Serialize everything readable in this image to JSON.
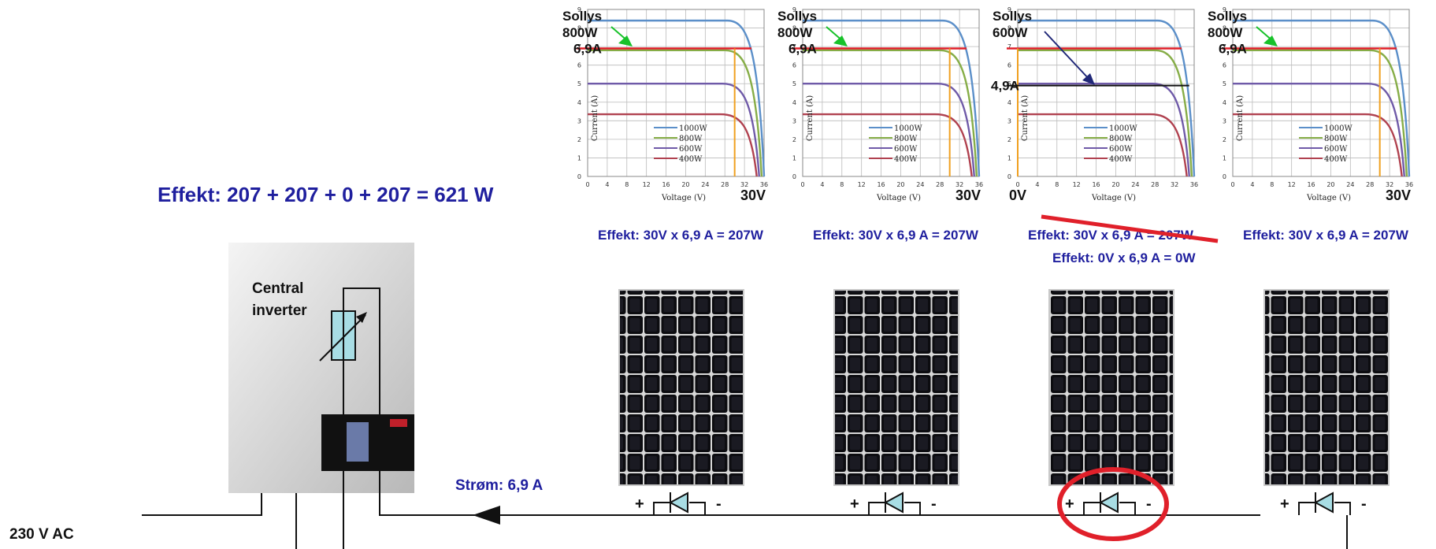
{
  "total_effect": "Effekt: 207 + 207 + 0 + 207 = 621 W",
  "inverter": {
    "label_line1": "Central",
    "label_line2": "inverter"
  },
  "ac_label": "230 V AC",
  "current_label": "Strøm: 6,9 A",
  "colors": {
    "curve_1000": "#5b8fc9",
    "curve_800": "#86ad47",
    "curve_600": "#6f5aa8",
    "curve_400": "#b0414f",
    "operating_line": "#e0202a",
    "voltage_line": "#f0a020",
    "arrow_green": "#18c22a",
    "arrow_navy": "#202878",
    "text_blue": "#1f1f9e",
    "fault_red": "#e0202a"
  },
  "panels": [
    {
      "sollys": "Sollys",
      "irradiance": "800W",
      "current_marker": "6,9A",
      "voltage_marker": "30V",
      "effect": "Effekt:  30V x 6,9 A = 207W",
      "effect_struck": false,
      "effect_correction": "",
      "plus": "+",
      "minus": "-",
      "faulty": false
    },
    {
      "sollys": "Sollys",
      "irradiance": "800W",
      "current_marker": "6,9A",
      "voltage_marker": "30V",
      "effect": "Effekt:  30V x 6,9 A = 207W",
      "effect_struck": false,
      "effect_correction": "",
      "plus": "+",
      "minus": "-",
      "faulty": false
    },
    {
      "sollys": "Sollys",
      "irradiance": "600W",
      "current_marker": "4,9A",
      "voltage_marker": "0V",
      "effect": "Effekt:  30V x 6,9 A = 207W",
      "effect_struck": true,
      "effect_correction": "Effekt:   0V x 6,9 A = 0W",
      "plus": "+",
      "minus": "-",
      "faulty": true
    },
    {
      "sollys": "Sollys",
      "irradiance": "800W",
      "current_marker": "6,9A",
      "voltage_marker": "30V",
      "effect": "Effekt:  30V x 6,9 A = 207W",
      "effect_struck": false,
      "effect_correction": "",
      "plus": "+",
      "minus": "-",
      "faulty": false
    }
  ],
  "chart_data": [
    {
      "type": "line",
      "xlabel": "Voltage (V)",
      "ylabel": "Current (A)",
      "xlim": [
        0,
        36
      ],
      "ylim": [
        0,
        9
      ],
      "xticks": [
        "0",
        "4",
        "8",
        "12",
        "16",
        "20",
        "24",
        "28",
        "32",
        "36"
      ],
      "yticks": [
        "0",
        "1",
        "2",
        "3",
        "4",
        "5",
        "6",
        "7",
        "8",
        "9"
      ],
      "series": [
        {
          "name": "1000W",
          "isc": 8.4,
          "voc": 36
        },
        {
          "name": "800W",
          "isc": 6.8,
          "voc": 35.5
        },
        {
          "name": "600W",
          "isc": 5.0,
          "voc": 35
        },
        {
          "name": "400W",
          "isc": 3.35,
          "voc": 34.5
        }
      ],
      "operating_current": 6.9,
      "operating_voltage": 30
    },
    {
      "type": "line",
      "xlabel": "Voltage (V)",
      "ylabel": "Current (A)",
      "xlim": [
        0,
        36
      ],
      "ylim": [
        0,
        9
      ],
      "xticks": [
        "0",
        "4",
        "8",
        "12",
        "16",
        "20",
        "24",
        "28",
        "32",
        "36"
      ],
      "yticks": [
        "0",
        "1",
        "2",
        "3",
        "4",
        "5",
        "6",
        "7",
        "8",
        "9"
      ],
      "series": [
        {
          "name": "1000W",
          "isc": 8.4,
          "voc": 36
        },
        {
          "name": "800W",
          "isc": 6.8,
          "voc": 35.5
        },
        {
          "name": "600W",
          "isc": 5.0,
          "voc": 35
        },
        {
          "name": "400W",
          "isc": 3.35,
          "voc": 34.5
        }
      ],
      "operating_current": 6.9,
      "operating_voltage": 30
    },
    {
      "type": "line",
      "xlabel": "Voltage (V)",
      "ylabel": "Current (A)",
      "xlim": [
        0,
        36
      ],
      "ylim": [
        0,
        9
      ],
      "xticks": [
        "0",
        "4",
        "8",
        "12",
        "16",
        "20",
        "24",
        "28",
        "32",
        "36"
      ],
      "yticks": [
        "0",
        "1",
        "2",
        "3",
        "4",
        "5",
        "6",
        "7",
        "8",
        "9"
      ],
      "series": [
        {
          "name": "1000W",
          "isc": 8.4,
          "voc": 36
        },
        {
          "name": "800W",
          "isc": 6.8,
          "voc": 35.5
        },
        {
          "name": "600W",
          "isc": 5.0,
          "voc": 35
        },
        {
          "name": "400W",
          "isc": 3.35,
          "voc": 34.5
        }
      ],
      "operating_current": 6.9,
      "operating_voltage": 0,
      "secondary_current": 4.9
    },
    {
      "type": "line",
      "xlabel": "Voltage (V)",
      "ylabel": "Current (A)",
      "xlim": [
        0,
        36
      ],
      "ylim": [
        0,
        9
      ],
      "xticks": [
        "0",
        "4",
        "8",
        "12",
        "16",
        "20",
        "24",
        "28",
        "32",
        "36"
      ],
      "yticks": [
        "0",
        "1",
        "2",
        "3",
        "4",
        "5",
        "6",
        "7",
        "8",
        "9"
      ],
      "series": [
        {
          "name": "1000W",
          "isc": 8.4,
          "voc": 36
        },
        {
          "name": "800W",
          "isc": 6.8,
          "voc": 35.5
        },
        {
          "name": "600W",
          "isc": 5.0,
          "voc": 35
        },
        {
          "name": "400W",
          "isc": 3.35,
          "voc": 34.5
        }
      ],
      "operating_current": 6.9,
      "operating_voltage": 30
    }
  ]
}
